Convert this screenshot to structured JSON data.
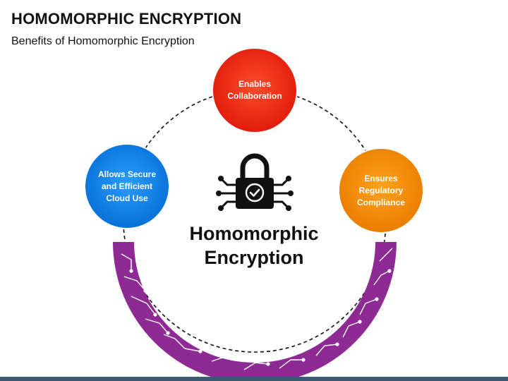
{
  "header": {
    "title": "HOMOMORPHIC ENCRYPTION",
    "subtitle": "Benefits of Homomorphic Encryption"
  },
  "center": {
    "label_line1": "Homomorphic",
    "label_line2": "Encryption",
    "icon": "lock-circuit-icon"
  },
  "nodes": [
    {
      "id": "collaboration",
      "lines": [
        "Enables",
        "Collaboration"
      ],
      "color": "#ee2a12"
    },
    {
      "id": "cloud",
      "lines": [
        "Allows Secure",
        "and Efficient",
        "Cloud Use"
      ],
      "color": "#0a84e8"
    },
    {
      "id": "compliance",
      "lines": [
        "Ensures",
        "Regulatory",
        "Compliance"
      ],
      "color": "#f08a06"
    }
  ],
  "colors": {
    "arc": "#8e2a93",
    "dash": "#111111",
    "text": "#111111",
    "footer": "#3d5a73"
  }
}
